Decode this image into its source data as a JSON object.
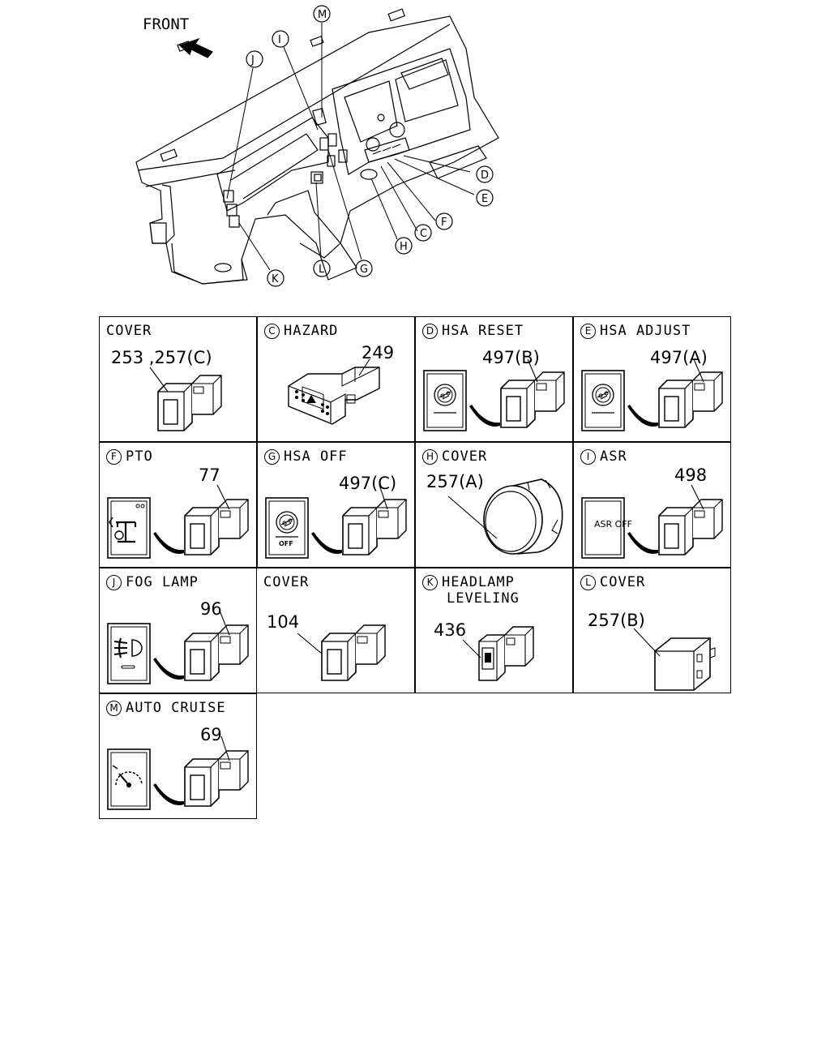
{
  "overview": {
    "front_label": "FRONT",
    "callouts": [
      "M",
      "I",
      "J",
      "D",
      "E",
      "F",
      "C",
      "H",
      "G",
      "L",
      "K"
    ]
  },
  "cells": [
    {
      "letter": "",
      "title": "COVER",
      "title2": "",
      "part": "253 ,257(C)",
      "icon": "cover-switch-blank"
    },
    {
      "letter": "C",
      "title": "HAZARD",
      "title2": "",
      "part": "249",
      "icon": "hazard-switch"
    },
    {
      "letter": "D",
      "title": "HSA RESET",
      "title2": "",
      "part": "497(B)",
      "icon": "hsa-reset-symbol"
    },
    {
      "letter": "E",
      "title": "HSA ADJUST",
      "title2": "",
      "part": "497(A)",
      "icon": "hsa-adjust-symbol"
    },
    {
      "letter": "F",
      "title": "PTO",
      "title2": "",
      "part": "77",
      "icon": "pto-symbol"
    },
    {
      "letter": "G",
      "title": "HSA OFF",
      "title2": "",
      "part": "497(C)",
      "icon": "hsa-off-symbol",
      "icon_text": "OFF"
    },
    {
      "letter": "H",
      "title": "COVER",
      "title2": "",
      "part": "257(A)",
      "icon": "round-cover"
    },
    {
      "letter": "I",
      "title": "ASR",
      "title2": "",
      "part": "498",
      "icon": "asr-off-symbol",
      "icon_text": "ASR OFF"
    },
    {
      "letter": "J",
      "title": "FOG LAMP",
      "title2": "",
      "part": "96",
      "icon": "fog-lamp-symbol"
    },
    {
      "letter": "",
      "title": "COVER",
      "title2": "",
      "part": "104",
      "icon": "cover-switch-blank"
    },
    {
      "letter": "K",
      "title": "HEADLAMP",
      "title2": "LEVELING",
      "part": "436",
      "icon": "headlamp-leveling-switch"
    },
    {
      "letter": "L",
      "title": "COVER",
      "title2": "",
      "part": "257(B)",
      "icon": "square-cover"
    },
    {
      "letter": "M",
      "title": "AUTO CRUISE",
      "title2": "",
      "part": "69",
      "icon": "auto-cruise-symbol"
    }
  ]
}
